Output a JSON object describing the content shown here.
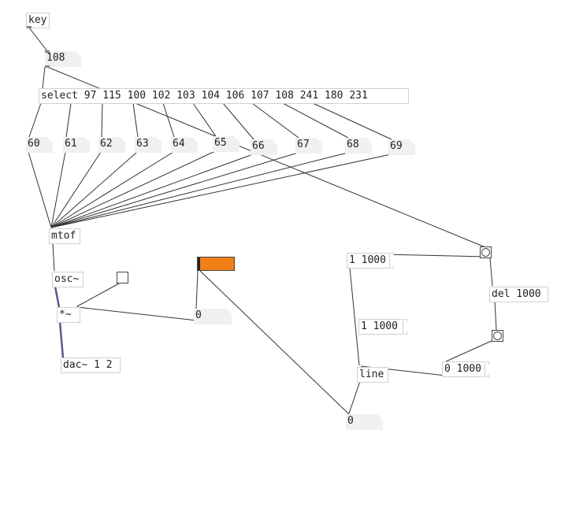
{
  "patch": {
    "objects": {
      "key": "key",
      "select": "select 97 115 100 102 103 104 106 107 108 241 180 231",
      "mtof": "mtof",
      "osc": "osc~",
      "mul": "*~",
      "dac": "dac~ 1 2",
      "line": "line",
      "del": "del 1000"
    },
    "number_boxes": {
      "key_value": "108",
      "gain_value": "0",
      "line_output": "0"
    },
    "note_numbers": [
      "60",
      "61",
      "62",
      "63",
      "64",
      "65",
      "66",
      "67",
      "68",
      "69"
    ],
    "messages": {
      "ramp_up": "1 1000",
      "ramp_up_alt": "1 1000",
      "ramp_down": "0 1000"
    }
  },
  "colors": {
    "slider_fill": "#f07f17",
    "wire": "#333333",
    "signal_wire": "#5a5a8c",
    "box_border": "#d0d0d0"
  }
}
